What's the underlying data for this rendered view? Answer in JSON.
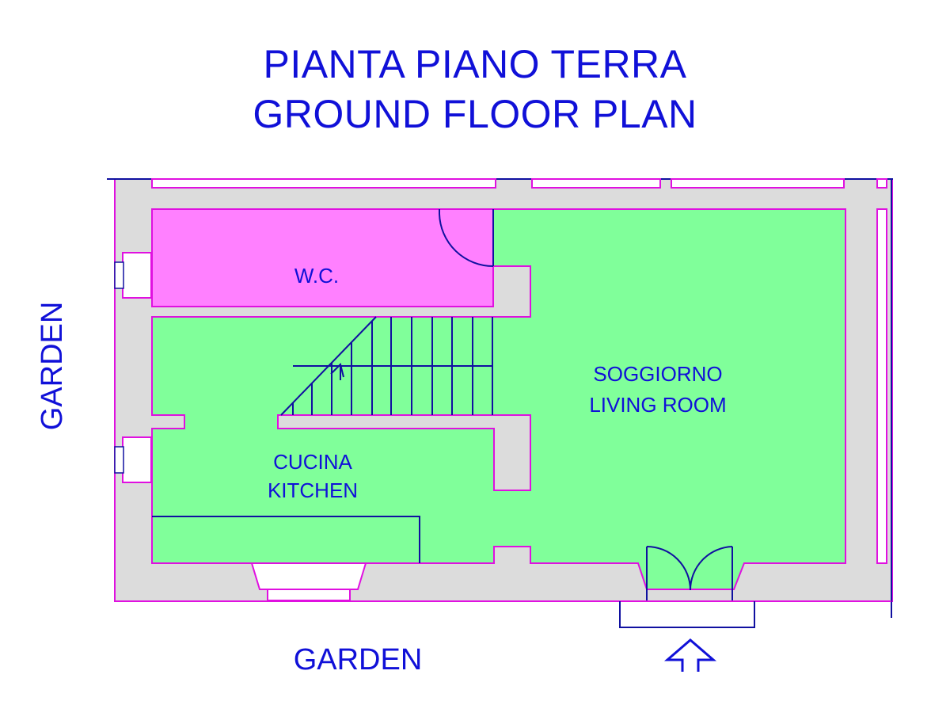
{
  "title": {
    "line1": "PIANTA PIANO TERRA",
    "line2": "GROUND FLOOR PLAN"
  },
  "rooms": {
    "wc": "W.C.",
    "living": {
      "line1": "SOGGIORNO",
      "line2": "LIVING ROOM"
    },
    "kitchen": {
      "line1": "CUCINA",
      "line2": "KITCHEN"
    }
  },
  "garden": {
    "left": "GARDEN",
    "bottom": "GARDEN"
  },
  "colors": {
    "wall": "#dcdcdc",
    "wall_outline": "#e010e0",
    "living_kitchen_fill": "#80ff9a",
    "wc_fill": "#ff80ff",
    "text": "#1010d8",
    "lines": "#1010a0"
  },
  "icons": {
    "entrance": "up-arrow-icon"
  }
}
